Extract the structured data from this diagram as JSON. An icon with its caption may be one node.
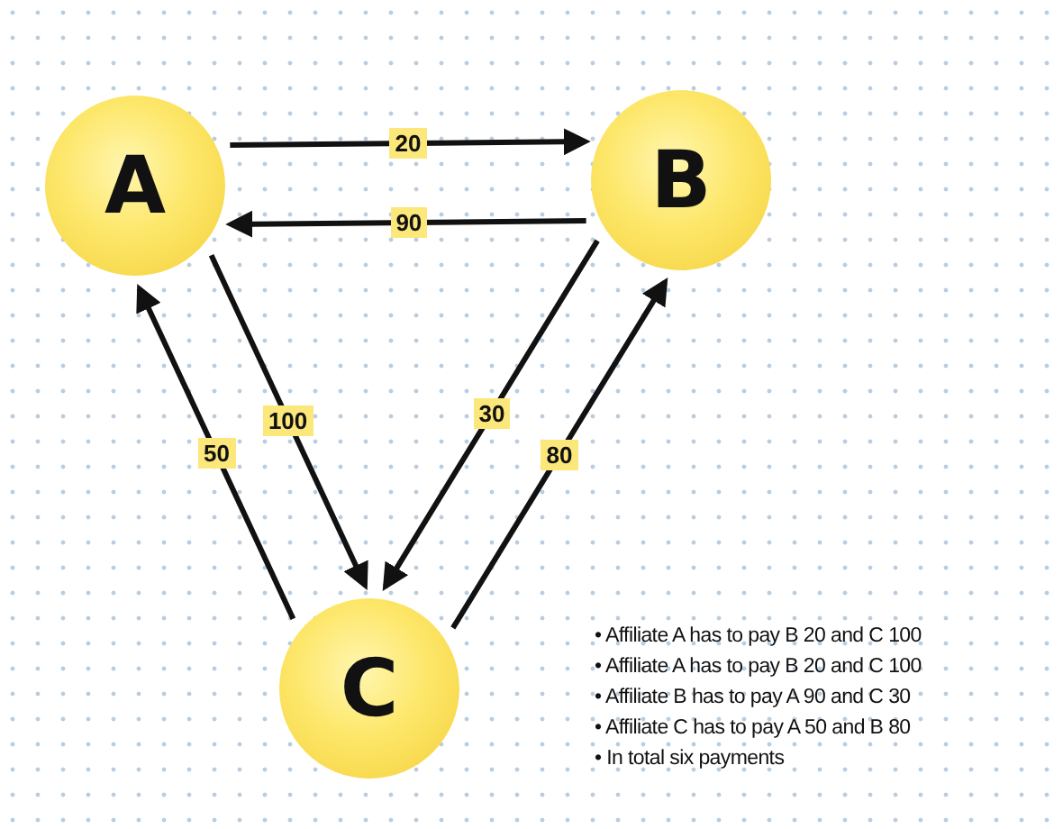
{
  "diagram": {
    "nodes": [
      {
        "text": [
          "A"
        ]
      },
      {
        "text": [
          "B"
        ]
      },
      {
        "text": [
          "C"
        ]
      }
    ],
    "edges": [
      {
        "from": 0,
        "to": 1,
        "arrow": "to",
        "label": "20"
      },
      {
        "from": 1,
        "to": 0,
        "arrow": "to",
        "label": "90"
      },
      {
        "from": 0,
        "to": 2,
        "arrow": "to",
        "label": "100"
      },
      {
        "from": 2,
        "to": 0,
        "arrow": "to",
        "label": "50"
      },
      {
        "from": 1,
        "to": 2,
        "arrow": "to",
        "label": "30"
      },
      {
        "from": 2,
        "to": 1,
        "arrow": "to",
        "label": "80"
      }
    ],
    "labels": [
      "• Affiliate A has to pay B 20 and C 100",
      "• Affiliate A has to pay B 20 and C 100",
      "• Affiliate B has to pay A 90 and C 30",
      "• Affiliate C has to pay A 50 and B 80",
      "• In total six payments"
    ]
  }
}
